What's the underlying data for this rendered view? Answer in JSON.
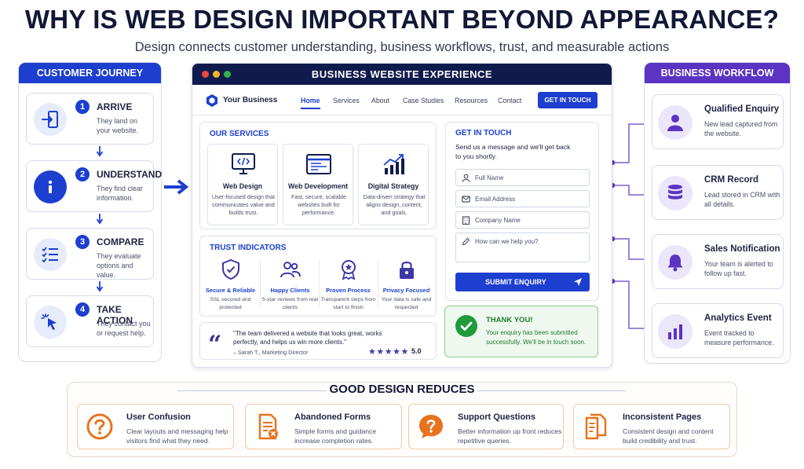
{
  "header": {
    "title": "WHY IS WEB DESIGN IMPORTANT BEYOND APPEARANCE?",
    "subtitle": "Design connects customer understanding, business workflows, trust, and measurable actions"
  },
  "colors": {
    "primary_blue": "#1d3fcf",
    "navy": "#0f1b4d",
    "purple": "#5b34c4",
    "success_green": "#1f9a3c",
    "orange": "#e8731f"
  },
  "customer_journey": {
    "title": "CUSTOMER JOURNEY",
    "steps": [
      {
        "number": "1",
        "title": "ARRIVE",
        "desc": "They land on your website.",
        "icon": "door-enter-icon"
      },
      {
        "number": "2",
        "title": "UNDERSTAND",
        "desc": "They find clear information.",
        "icon": "info-icon"
      },
      {
        "number": "3",
        "title": "COMPARE",
        "desc": "They evaluate options and value.",
        "icon": "checklist-icon"
      },
      {
        "number": "4",
        "title": "TAKE ACTION",
        "desc": "They contact you or request help.",
        "icon": "cursor-click-icon"
      }
    ]
  },
  "website": {
    "title": "BUSINESS WEBSITE EXPERIENCE",
    "brand": "Your Business",
    "nav": [
      "Home",
      "Services",
      "About",
      "Case Studies",
      "Resources",
      "Contact"
    ],
    "cta": "GET IN TOUCH",
    "services": {
      "title": "OUR SERVICES",
      "items": [
        {
          "name": "Web Design",
          "desc": "User-focused design that communicates value and builds trust.",
          "icon": "code-monitor-icon"
        },
        {
          "name": "Web Development",
          "desc": "Fast, secure, scalable websites built for performance.",
          "icon": "browser-window-icon"
        },
        {
          "name": "Digital Strategy",
          "desc": "Data-driven strategy that aligns design, content, and goals.",
          "icon": "growth-chart-icon"
        }
      ]
    },
    "trust": {
      "title": "TRUST INDICATORS",
      "items": [
        {
          "name": "Secure & Reliable",
          "desc": "SSL secured and protected",
          "icon": "shield-check-icon"
        },
        {
          "name": "Happy Clients",
          "desc": "5-star reviews from real clients",
          "icon": "people-icon"
        },
        {
          "name": "Proven Process",
          "desc": "Transparent steps from start to finish",
          "icon": "award-badge-icon"
        },
        {
          "name": "Privacy Focused",
          "desc": "Your data is safe and respected",
          "icon": "lock-icon"
        }
      ]
    },
    "testimonial": {
      "quote": "\"The team delivered a website that looks great, works perfectly, and helps us win more clients.\"",
      "author": "– Sarah T., Marketing Director",
      "stars": "★★★★★",
      "rating": "5.0"
    },
    "form": {
      "title": "GET IN TOUCH",
      "intro": "Send us a message and we'll get back to you shortly.",
      "fields": [
        {
          "placeholder": "Full Name",
          "icon": "user-icon"
        },
        {
          "placeholder": "Email Address",
          "icon": "mail-icon"
        },
        {
          "placeholder": "Company Name",
          "icon": "building-icon"
        },
        {
          "placeholder": "How can we help you?",
          "icon": "pencil-icon"
        }
      ],
      "submit": "SUBMIT ENQUIRY"
    },
    "thanks": {
      "title": "THANK YOU!",
      "desc": "Your enquiry has been submitted successfully. We'll be in touch soon."
    }
  },
  "workflow": {
    "title": "BUSINESS WORKFLOW",
    "items": [
      {
        "title": "Qualified Enquiry",
        "desc": "New lead captured from the website.",
        "icon": "person-icon"
      },
      {
        "title": "CRM Record",
        "desc": "Lead stored in CRM with all details.",
        "icon": "database-icon"
      },
      {
        "title": "Sales Notification",
        "desc": "Your team is alerted to follow up fast.",
        "icon": "bell-icon"
      },
      {
        "title": "Analytics Event",
        "desc": "Event tracked to measure performance.",
        "icon": "bar-chart-icon"
      }
    ]
  },
  "good_design": {
    "title": "GOOD DESIGN REDUCES",
    "items": [
      {
        "title": "User Confusion",
        "desc": "Clear layouts and messaging help visitors find what they need.",
        "icon": "question-icon"
      },
      {
        "title": "Abandoned Forms",
        "desc": "Simple forms and guidance increase completion rates.",
        "icon": "form-x-icon"
      },
      {
        "title": "Support Questions",
        "desc": "Better information up front reduces repetitive queries.",
        "icon": "speech-question-icon"
      },
      {
        "title": "Inconsistent Pages",
        "desc": "Consistent design and content build credibility and trust.",
        "icon": "pages-icon"
      }
    ]
  }
}
